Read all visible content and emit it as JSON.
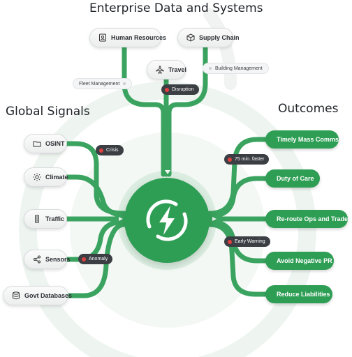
{
  "titles": {
    "top": "Enterprise Data and Systems",
    "left": "Global Signals",
    "right": "Outcomes"
  },
  "enterprise": {
    "human_resources": "Human Resources",
    "supply_chain": "Supply Chain",
    "travel": "Travel",
    "building_management": "Building Management",
    "fleet_management": "Fleet Management"
  },
  "signals": {
    "osint": "OSINT",
    "climate": "Climate",
    "traffic": "Traffic",
    "sensors": "Sensors",
    "govt_databases": "Govt Databases"
  },
  "outcomes": {
    "timely_mass_comms": "Timely Mass Comms",
    "duty_of_care": "Duty of Care",
    "reroute": "Re-route Ops and Trade",
    "avoid_pr": "Avoid Negative PR",
    "reduce_liabilities": "Reduce Liabilities"
  },
  "tags": {
    "disruption": "Disruption",
    "crisis": "Crisis",
    "anomaly": "Anomaly",
    "faster": "75 min. faster",
    "early_warning": "Early Warning"
  },
  "icons": {
    "hub": "lightning-bolt-icon",
    "human_resources": "id-badge-icon",
    "supply_chain": "box-icon",
    "travel": "airplane-icon",
    "osint": "folder-icon",
    "climate": "sun-icon",
    "traffic": "traffic-light-icon",
    "sensors": "share-nodes-icon",
    "govt_databases": "database-icon",
    "outcome": "check-circle-icon"
  },
  "colors": {
    "accent": "#2f9e55",
    "tag_dark": "#3b3f44",
    "alert": "#e0403f"
  }
}
